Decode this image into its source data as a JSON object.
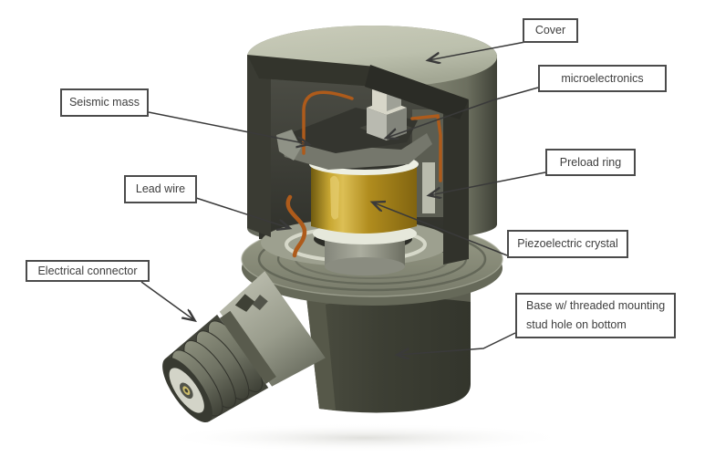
{
  "diagram": {
    "subject": "Cutaway view of a piezoelectric accelerometer with annotated components",
    "labels": {
      "cover": {
        "text": "Cover"
      },
      "microelectronics": {
        "text": "microelectronics"
      },
      "seismic_mass": {
        "text": "Seismic mass"
      },
      "preload_ring": {
        "text": "Preload ring"
      },
      "lead_wire": {
        "text": "Lead wire"
      },
      "piezoelectric_crystal": {
        "text": "Piezoelectric crystal"
      },
      "electrical_connector": {
        "text": "Electrical connector"
      },
      "base": {
        "text": "Base w/ threaded mounting stud hole on bottom",
        "line1": "Base w/ threaded mounting",
        "line2": "stud hole on bottom"
      }
    },
    "colors": {
      "background": "#ffffff",
      "cover_top": "#c3c6b3",
      "cover_side": "#8f927f",
      "cut_wall": "#33342c",
      "cavity": "#3a3b33",
      "seismic_mass": "#75776c",
      "crystal_gold": "#b6921f",
      "preload_ring_white": "#ecEEe2",
      "copper_wire": "#ae5b1b",
      "base_dark": "#3d3f34",
      "connector_gray": "#7d806f",
      "line_color": "#3a3a3a"
    }
  }
}
